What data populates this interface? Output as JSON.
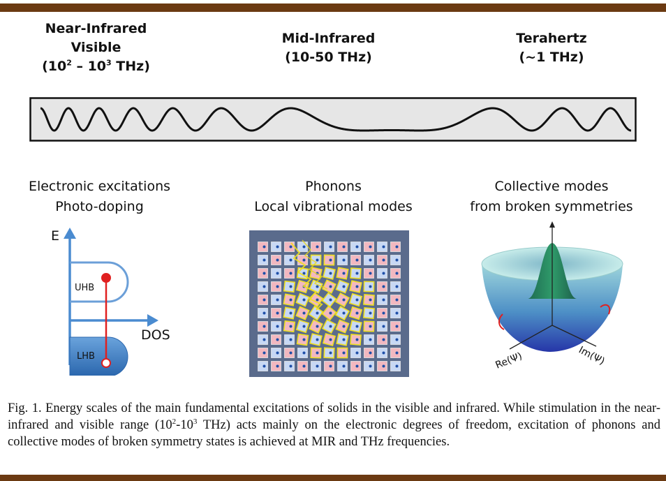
{
  "bands": {
    "nir_line1": "Near-Infrared",
    "nir_line2": "Visible",
    "nir_range_open": "(10",
    "nir_exp1": "2",
    "nir_range_mid": " – 10",
    "nir_exp2": "3",
    "nir_range_close": " THz)",
    "mir_line1": "Mid-Infrared",
    "mir_line2": "(10-50 THz)",
    "thz_line1": "Terahertz",
    "thz_line2": "(~1 THz)"
  },
  "categories": {
    "elec_line1": "Electronic excitations",
    "elec_line2": "Photo-doping",
    "phon_line1": "Phonons",
    "phon_line2": "Local vibrational modes",
    "coll_line1": "Collective modes",
    "coll_line2": "from broken symmetries"
  },
  "diagram_elec": {
    "e_axis": "E",
    "dos_axis": "DOS",
    "uhb": "UHB",
    "lhb": "LHB"
  },
  "diagram_coll": {
    "re_label": "Re(Ψ)",
    "im_label": "Im(Ψ)"
  },
  "caption": {
    "part1": "Fig. 1.  Energy scales of the main fundamental excitations of solids in the visible and infrared. While stimulation in the near-infrared and visible range (10",
    "exp1": "2",
    "part2": "-10",
    "exp2": "3",
    "part3": " THz) acts mainly on the electronic degrees of freedom, excitation of phonons and collective modes of broken symmetry states is achieved at MIR and THz frequencies."
  },
  "colors": {
    "frame_bar": "#6b3a12",
    "band_blue": "#3b7dc4",
    "arrow_red": "#e02020",
    "lattice_bg": "#5a6b8c"
  }
}
